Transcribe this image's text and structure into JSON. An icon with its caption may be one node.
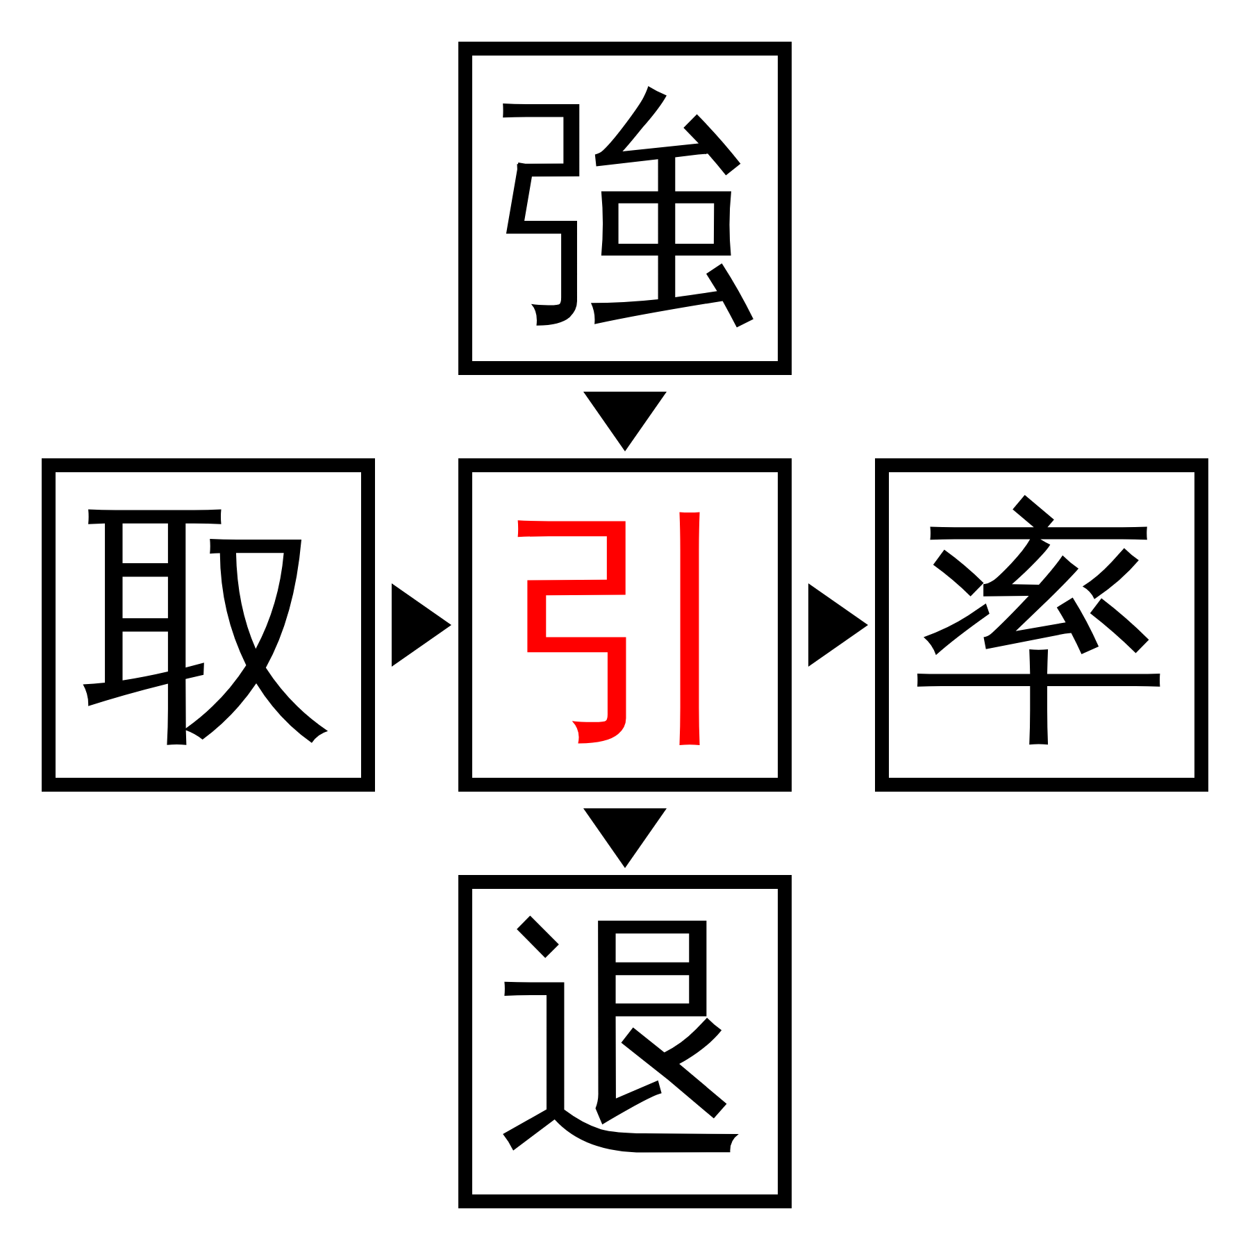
{
  "diagram": {
    "nodes": [
      {
        "text": [
          "強"
        ]
      },
      {
        "text": [
          "取"
        ]
      },
      {
        "text": [
          "引"
        ]
      },
      {
        "text": [
          "率"
        ]
      },
      {
        "text": [
          "退"
        ]
      }
    ],
    "edges": [
      {
        "from": 0,
        "to": 2,
        "arrow": "to"
      },
      {
        "from": 1,
        "to": 2,
        "arrow": "to"
      },
      {
        "from": 2,
        "to": 3,
        "arrow": "to"
      },
      {
        "from": 2,
        "to": 4,
        "arrow": "to"
      }
    ]
  }
}
